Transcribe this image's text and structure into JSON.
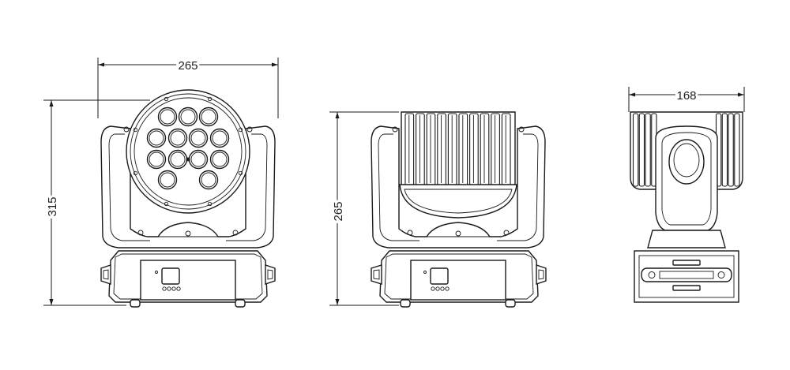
{
  "dimensions": {
    "front_width": "265",
    "front_height": "315",
    "side_height": "265",
    "rear_width": "168"
  },
  "front_view": {
    "led_count": 13
  },
  "colors": {
    "line": "#1a1a1a",
    "background": "#ffffff"
  }
}
